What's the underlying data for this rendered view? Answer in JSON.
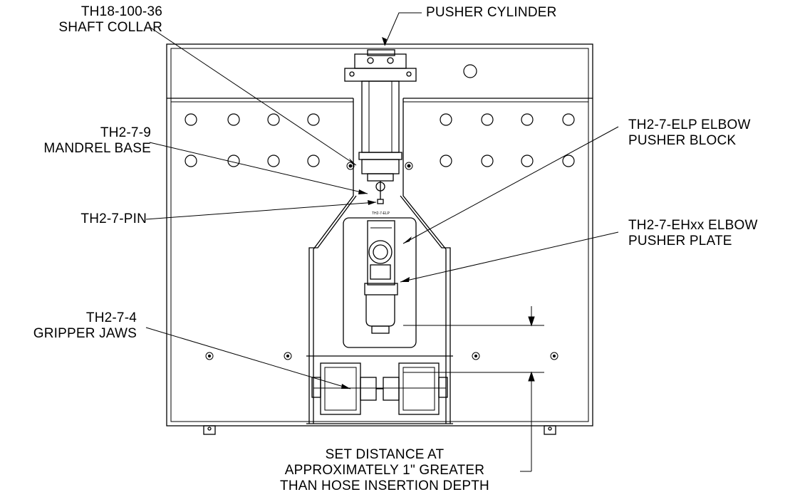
{
  "callouts": {
    "shaft_collar": {
      "line1": "TH18-100-36",
      "line2": "SHAFT COLLAR"
    },
    "mandrel_base": {
      "line1": "TH2-7-9",
      "line2": "MANDREL BASE"
    },
    "pin": {
      "line1": "TH2-7-PIN"
    },
    "gripper_jaws": {
      "line1": "TH2-7-4",
      "line2": "GRIPPER JAWS"
    },
    "pusher_cylinder": {
      "line1": "PUSHER CYLINDER"
    },
    "elp_block": {
      "line1": "TH2-7-ELP ELBOW",
      "line2": "PUSHER BLOCK"
    },
    "ehxx_plate": {
      "line1": "TH2-7-EHxx ELBOW",
      "line2": "PUSHER PLATE"
    },
    "set_distance": {
      "line1": "SET DISTANCE AT",
      "line2": "APPROXIMATELY 1\" GREATER",
      "line3": "THAN HOSE INSERTION DEPTH"
    }
  },
  "stamp": "TH2-7-ELP",
  "line_color": "#000000"
}
